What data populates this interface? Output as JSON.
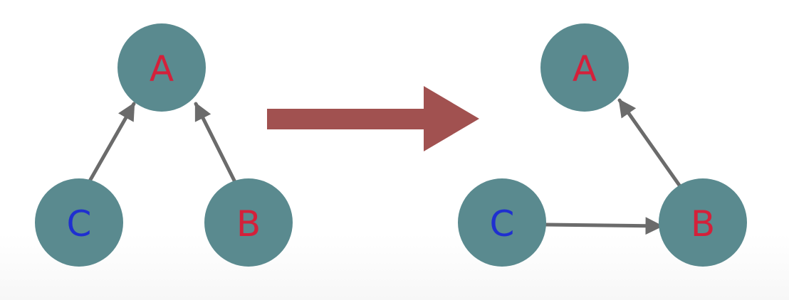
{
  "colors": {
    "node_fill": "#5a8a8f",
    "label_red": "#d4203a",
    "label_blue": "#1f2fd0",
    "edge": "#6b6b6b",
    "transform_arrow": "#a15150"
  },
  "before_graph": {
    "nodes": [
      {
        "id": "A",
        "label": "A",
        "color": "label_red"
      },
      {
        "id": "C",
        "label": "C",
        "color": "label_blue"
      },
      {
        "id": "B",
        "label": "B",
        "color": "label_red"
      }
    ],
    "edges": [
      {
        "from": "C",
        "to": "A"
      },
      {
        "from": "B",
        "to": "A"
      }
    ]
  },
  "after_graph": {
    "nodes": [
      {
        "id": "A",
        "label": "A",
        "color": "label_red"
      },
      {
        "id": "C",
        "label": "C",
        "color": "label_blue"
      },
      {
        "id": "B",
        "label": "B",
        "color": "label_red"
      }
    ],
    "edges": [
      {
        "from": "C",
        "to": "B"
      },
      {
        "from": "B",
        "to": "A"
      }
    ]
  },
  "transform_arrow_icon": "right-arrow-icon"
}
